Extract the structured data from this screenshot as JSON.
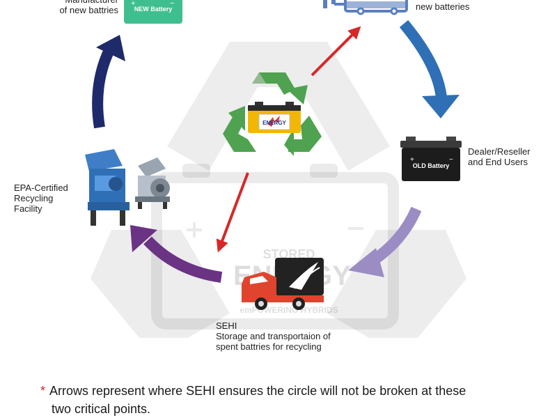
{
  "nodes": {
    "manufacturer": {
      "label": "Manufacturer\nof new battries",
      "battery_text": "NEW Battery"
    },
    "transport_new": {
      "label": "new batteries"
    },
    "dealer": {
      "label": "Dealer/Reseller\nand End Users",
      "battery_text": "OLD Battery"
    },
    "sehi": {
      "label": "SEHI\nStorage and transportaion of\nspent battries for recycling"
    },
    "epa": {
      "label": "EPA-Certified\nRecycling\nFacility"
    },
    "center": {
      "battery_brand": "ENERGY"
    }
  },
  "watermark": {
    "line1": "STORED",
    "line2": "ENERGY",
    "line3": "emPOWERING HYBRIDS"
  },
  "footnote": {
    "star": "*",
    "line1": "Arrows represent where SEHI ensures the circle will not be broken at these",
    "line2": "two critical points."
  },
  "colors": {
    "arrow_navy": "#1f2a6b",
    "arrow_blue": "#2f6fb5",
    "arrow_lavender": "#9b8cc4",
    "arrow_purple": "#6b3384",
    "arrow_red": "#d62828",
    "recycle_green": "#4fa24f",
    "truck_red": "#e0442e",
    "new_battery_green": "#3fbf8f"
  },
  "icons": [
    "recycle-icon",
    "truck-icon",
    "battery-icon",
    "shredder-icon"
  ]
}
